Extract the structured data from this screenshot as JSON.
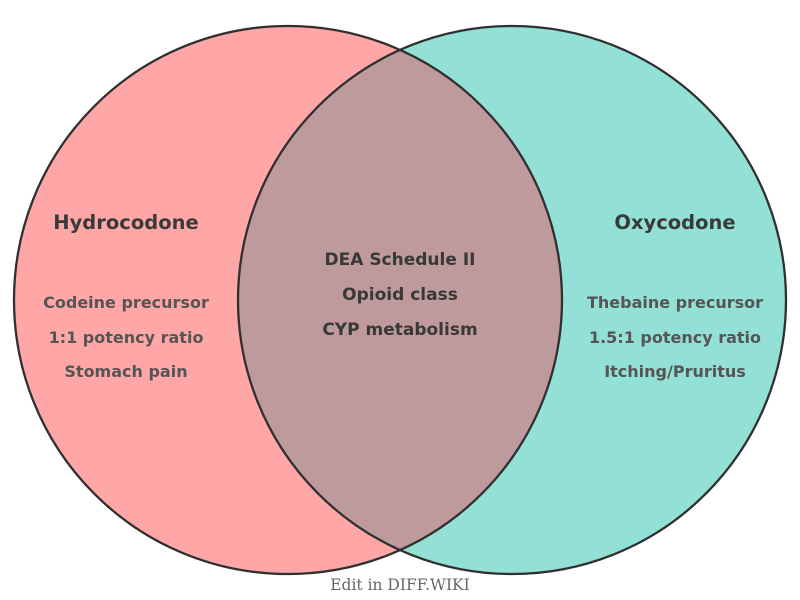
{
  "venn": {
    "type": "venn-2-set",
    "caption": "Edit in DIFF.WIKI",
    "left": {
      "title": "Hydrocodone",
      "items": [
        "Codeine precursor",
        "1:1 potency ratio",
        "Stomach pain"
      ]
    },
    "right": {
      "title": "Oxycodone",
      "items": [
        "Thebaine precursor",
        "1.5:1 potency ratio",
        "Itching/Pruritus"
      ]
    },
    "shared": {
      "items": [
        "DEA Schedule II",
        "Opioid class",
        "CYP metabolism"
      ]
    },
    "colors": {
      "left_fill": "#FFA7A7",
      "right_fill": "#93E0D7",
      "overlap_fill": "#BF9A9C",
      "outline": "#303030",
      "title_text": "#3A3A3A",
      "item_text": "#555555",
      "shared_text": "#383838",
      "caption_text": "#666666"
    }
  }
}
